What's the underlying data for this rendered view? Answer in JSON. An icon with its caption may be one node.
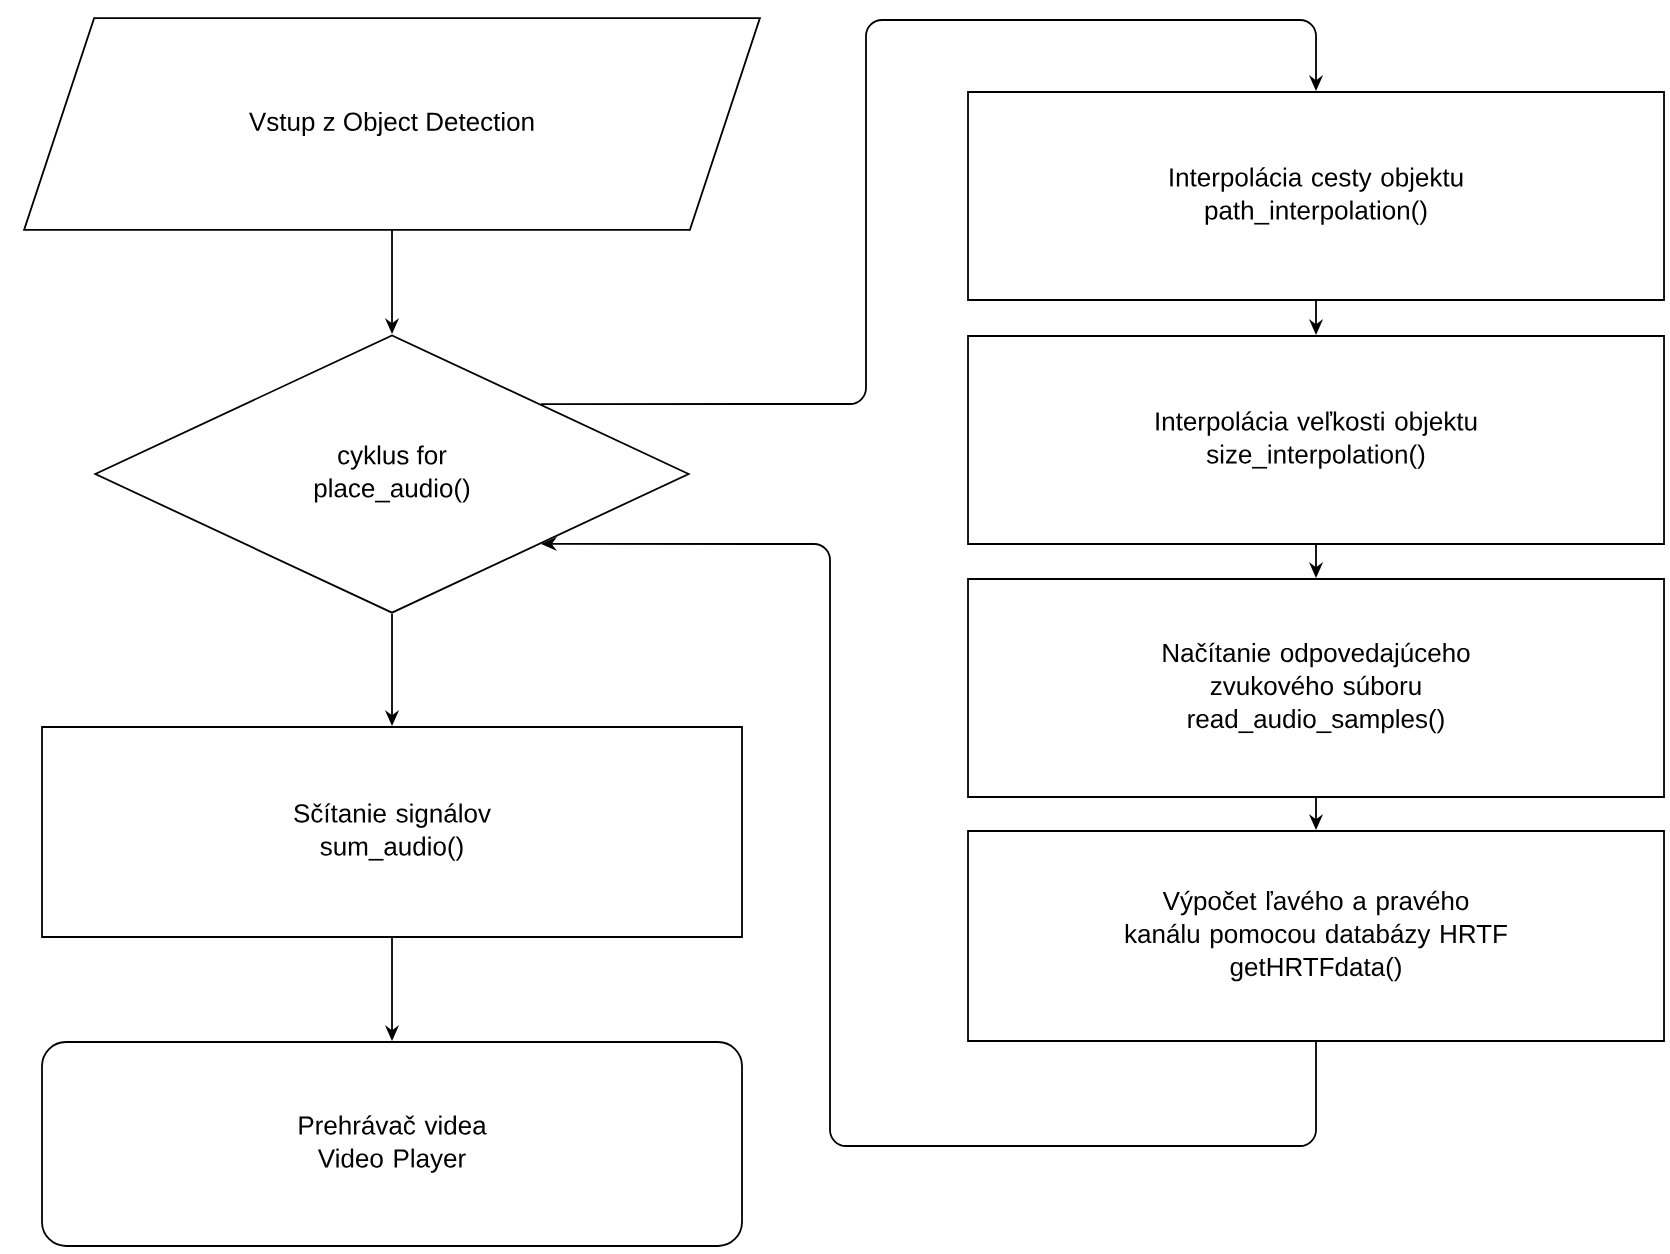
{
  "diagram": {
    "nodes": [
      {
        "text": [
          "Vstup z Object Detection"
        ]
      },
      {
        "text": [
          "cyklus for",
          "place_audio()"
        ]
      },
      {
        "text": [
          "Sčítanie signálov",
          "sum_audio()"
        ]
      },
      {
        "text": [
          "Prehrávač videa",
          "Video Player"
        ]
      },
      {
        "text": [
          "Interpolácia cesty objektu",
          "path_interpolation()"
        ]
      },
      {
        "text": [
          "Interpolácia veľkosti objektu",
          "size_interpolation()"
        ]
      },
      {
        "text": [
          "Načítanie odpovedajúceho zvukového súboru",
          "read_audio_samples()"
        ]
      },
      {
        "text": [
          "Výpočet ľavého a pravého kanálu pomocou databázy HRTF",
          "getHRTFdata()"
        ]
      }
    ],
    "edges": [
      {
        "from": 0,
        "to": 1,
        "arrow": "to"
      },
      {
        "from": 1,
        "to": 2,
        "arrow": "to"
      },
      {
        "from": 2,
        "to": 3,
        "arrow": "to"
      },
      {
        "from": 1,
        "to": 4,
        "arrow": "to"
      },
      {
        "from": 4,
        "to": 5,
        "arrow": "to"
      },
      {
        "from": 5,
        "to": 6,
        "arrow": "to"
      },
      {
        "from": 6,
        "to": 7,
        "arrow": "to"
      },
      {
        "from": 7,
        "to": 1,
        "arrow": "to"
      }
    ]
  }
}
